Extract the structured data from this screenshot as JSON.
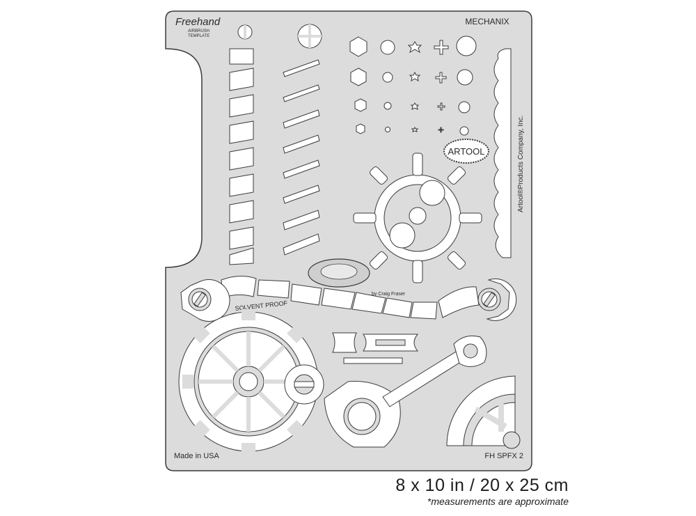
{
  "template": {
    "title": "MECHANIX",
    "brand_logo": "Freehand Airbrush Template",
    "company_vertical": "Artool®Products Company, Inc.",
    "artool_badge": "ARTOOL",
    "solvent_label": "SOLVENT PROOF",
    "made_in": "Made in USA",
    "sku": "FH SPFX 2",
    "artist_credit": "by Craig Fraser",
    "plastic_color": "#dcdcdc",
    "outline_color": "#3a3a3a",
    "cutout_color": "#ffffff"
  },
  "caption": {
    "size": "8 x 10 in / 20 x 25 cm",
    "note": "*measurements are approximate"
  }
}
